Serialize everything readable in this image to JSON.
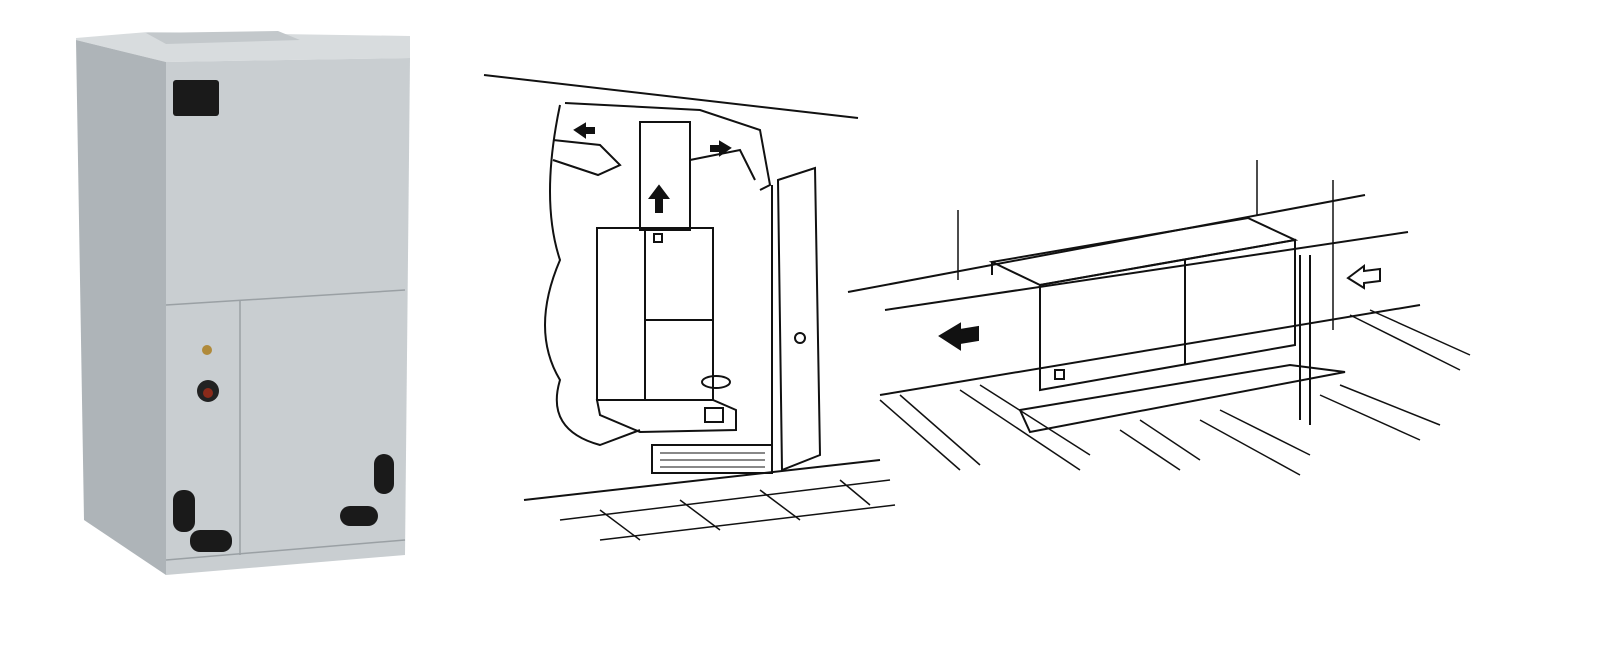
{
  "colors": {
    "background": "#ffffff",
    "cabinet_front": "#c9ced1",
    "cabinet_side": "#aeb4b8",
    "cabinet_top": "#d8dcde",
    "line_art": "#111111"
  },
  "figures": [
    {
      "name": "air-handler-photo"
    },
    {
      "name": "closet-upflow-installation-drawing"
    },
    {
      "name": "horizontal-attic-installation-drawing"
    }
  ]
}
